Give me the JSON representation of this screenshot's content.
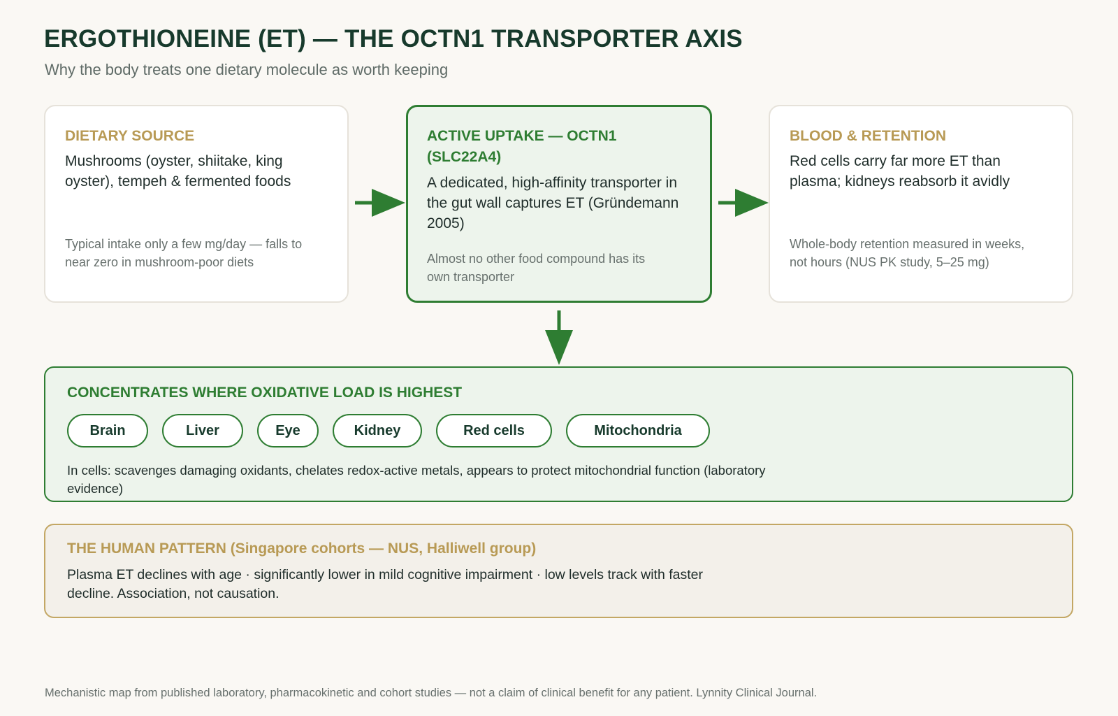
{
  "header": {
    "title": "ERGOTHIONEINE (ET) — THE OCTN1 TRANSPORTER AXIS",
    "subtitle": "Why the body treats one dietary molecule as worth keeping"
  },
  "cards": [
    {
      "heading": "DIETARY SOURCE",
      "body": "Mushrooms (oyster, shiitake, king oyster), tempeh & fermented foods",
      "note": "Typical intake only a few mg/day — falls to near zero in mushroom-poor diets"
    },
    {
      "heading": "ACTIVE UPTAKE — OCTN1 (SLC22A4)",
      "body": "A dedicated, high-affinity transporter in the gut wall captures ET (Gründemann 2005)",
      "note": "Almost no other food compound has its own transporter"
    },
    {
      "heading": "BLOOD & RETENTION",
      "body": "Red cells carry far more ET than plasma; kidneys reabsorb it avidly",
      "note": "Whole-body retention measured in weeks, not hours (NUS PK study, 5–25 mg)"
    }
  ],
  "concentrates": {
    "heading": "CONCENTRATES WHERE OXIDATIVE LOAD IS HIGHEST",
    "tissues": [
      "Brain",
      "Liver",
      "Eye",
      "Kidney",
      "Red cells",
      "Mitochondria"
    ],
    "text": "In cells: scavenges damaging oxidants, chelates redox-active metals, appears to protect mitochondrial function (laboratory evidence)"
  },
  "human_pattern": {
    "heading": "THE HUMAN PATTERN (Singapore cohorts — NUS, Halliwell group)",
    "text": "Plasma ET declines with age · significantly lower in mild cognitive impairment · low levels track with faster decline. Association, not causation."
  },
  "footer": {
    "text": "Mechanistic map from published laboratory, pharmacokinetic and cohort studies — not a claim of clinical benefit for any patient. Lynnity Clinical Journal."
  },
  "colors": {
    "primary_green": "#2e7d32",
    "gold": "#b89a55",
    "dark_green": "#173a2c",
    "background": "#faf8f4"
  }
}
